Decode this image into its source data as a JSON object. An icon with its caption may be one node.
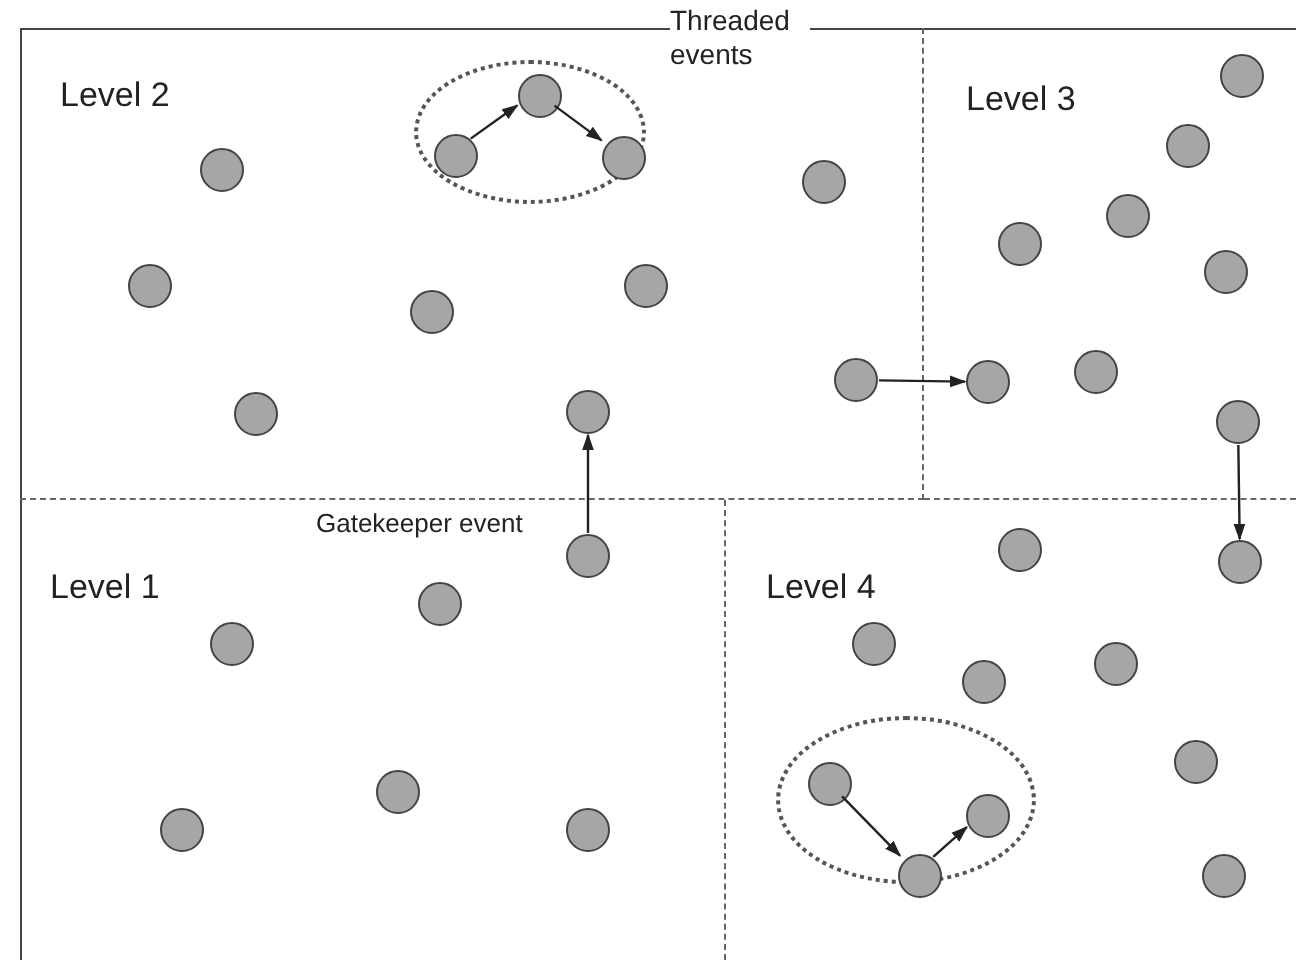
{
  "diagram": {
    "nodes": [
      {
        "text": [
          "Level 2"
        ]
      },
      {
        "text": [
          "Threaded events"
        ],
        "in": 0
      },
      {
        "text": [],
        "shape": "circle",
        "in": 1
      },
      {
        "text": [],
        "shape": "circle",
        "in": 1
      },
      {
        "text": [],
        "shape": "circle",
        "in": 1
      },
      {
        "text": [],
        "shape": "circle",
        "in": 0
      },
      {
        "text": [],
        "shape": "circle",
        "in": 0
      },
      {
        "text": [],
        "shape": "circle",
        "in": 0
      },
      {
        "text": [],
        "shape": "circle",
        "in": 0
      },
      {
        "text": [],
        "shape": "circle",
        "in": 0
      },
      {
        "text": [],
        "shape": "circle",
        "in": 0
      },
      {
        "text": [],
        "shape": "circle",
        "in": 0
      },
      {
        "text": [],
        "shape": "circle",
        "in": 0
      },
      {
        "text": [
          "Level 3"
        ]
      },
      {
        "text": [],
        "shape": "circle",
        "in": 13
      },
      {
        "text": [],
        "shape": "circle",
        "in": 13
      },
      {
        "text": [],
        "shape": "circle",
        "in": 13
      },
      {
        "text": [],
        "shape": "circle",
        "in": 13
      },
      {
        "text": [],
        "shape": "circle",
        "in": 13
      },
      {
        "text": [],
        "shape": "circle",
        "in": 13
      },
      {
        "text": [],
        "shape": "circle",
        "in": 13
      },
      {
        "text": [],
        "shape": "circle",
        "in": 13
      },
      {
        "text": [
          "Level 1"
        ]
      },
      {
        "text": [],
        "shape": "circle",
        "in": 22
      },
      {
        "text": [],
        "shape": "circle",
        "in": 22
      },
      {
        "text": [],
        "shape": "circle",
        "in": 22
      },
      {
        "text": [],
        "shape": "circle",
        "in": 22
      },
      {
        "text": [],
        "shape": "circle",
        "in": 22
      },
      {
        "text": [],
        "shape": "circle",
        "in": 22
      },
      {
        "text": [
          "Level 4"
        ]
      },
      {
        "text": [],
        "shape": "circle",
        "in": 29
      },
      {
        "text": [],
        "shape": "circle",
        "in": 29
      },
      {
        "text": [],
        "shape": "circle",
        "in": 29
      },
      {
        "text": [],
        "shape": "circle",
        "in": 29
      },
      {
        "text": [],
        "shape": "circle",
        "in": 29
      },
      {
        "text": [],
        "shape": "circle",
        "in": 29
      },
      {
        "text": [],
        "shape": "ellipse",
        "in": 29
      },
      {
        "text": [],
        "shape": "circle",
        "in": 36
      },
      {
        "text": [],
        "shape": "circle",
        "in": 36
      },
      {
        "text": [],
        "shape": "circle",
        "in": 36
      },
      {
        "text": [],
        "shape": "circle",
        "in": 29
      }
    ],
    "edges": [
      {
        "from": 2,
        "to": 3,
        "arrow": "to"
      },
      {
        "from": 3,
        "to": 4,
        "arrow": "to"
      },
      {
        "from": 10,
        "to": 20,
        "arrow": "to"
      },
      {
        "from": 23,
        "to": 11,
        "arrow": "to",
        "label": "Gatekeeper event"
      },
      {
        "from": 21,
        "to": 31,
        "arrow": "to"
      },
      {
        "from": 37,
        "to": 38,
        "arrow": "to"
      },
      {
        "from": 38,
        "to": 39,
        "arrow": "to"
      }
    ]
  }
}
